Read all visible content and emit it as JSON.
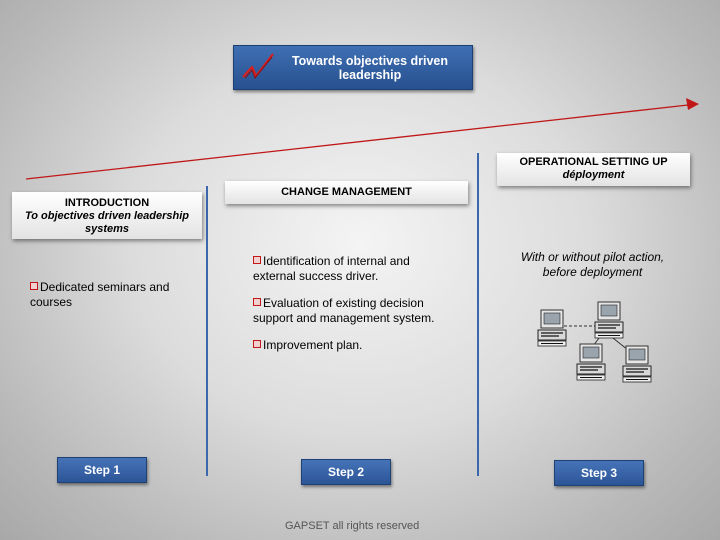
{
  "title": {
    "line1": "Towards objectives driven",
    "line2": "leadership"
  },
  "columns": [
    {
      "header_title": "INTRODUCTION",
      "header_sub_line1": "To objectives driven leadership",
      "header_sub_line2": "systems",
      "bullets": [
        {
          "line1": "Dedicated seminars and",
          "line2": "courses"
        }
      ],
      "step": "Step 1"
    },
    {
      "header_title": "CHANGE MANAGEMENT",
      "bullets": [
        {
          "line1": "Identification of internal and",
          "line2": "external success driver."
        },
        {
          "line1": "Evaluation of existing  decision",
          "line2": "support and management system."
        },
        {
          "line1": "Improvement plan.",
          "line2": ""
        }
      ],
      "step": "Step 2"
    },
    {
      "header_title": "OPERATIONAL SETTING UP",
      "header_sub_line1": "déployment",
      "pilot_line1": "With or without  pilot action,",
      "pilot_line2": "before deployment",
      "step": "Step 3"
    }
  ],
  "footer": "GAPSET  all rights reserved",
  "colors": {
    "accent": "#c01818",
    "blue": "#2c5597",
    "divider": "#3d67ad"
  },
  "icons": [
    "trend-arrow-icon",
    "checkbox-bullet-icon",
    "computer-network-icon"
  ]
}
